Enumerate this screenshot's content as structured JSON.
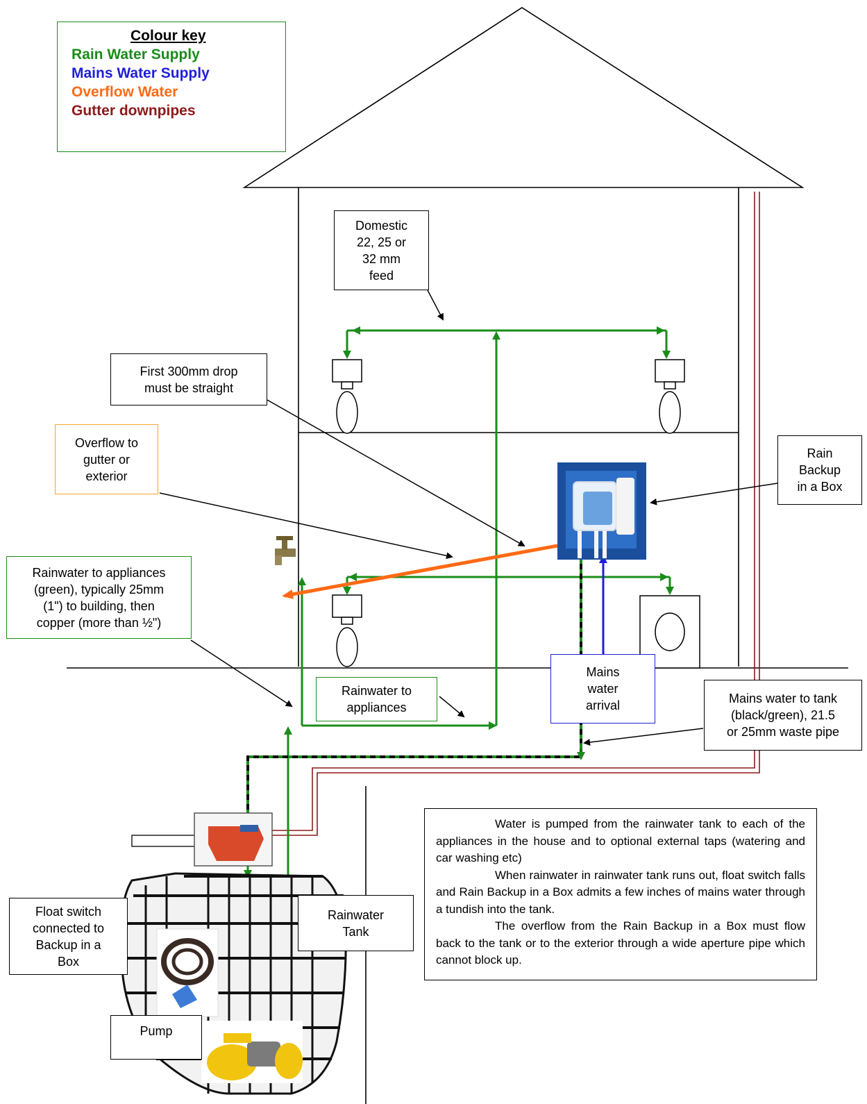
{
  "colour_key": {
    "title": "Colour key",
    "items": [
      {
        "label": "Rain Water Supply",
        "color": "#1a8c1a"
      },
      {
        "label": "Mains Water Supply",
        "color": "#1f1fd8"
      },
      {
        "label": "Overflow Water",
        "color": "#ff6a14"
      },
      {
        "label": "Gutter downpipes",
        "color": "#8b1a1a"
      }
    ]
  },
  "labels": {
    "domestic_feed": "Domestic\n22, 25 or\n32  mm\nfeed",
    "first_drop": "First 300mm drop\nmust be straight",
    "overflow": "Overflow to\ngutter or\nexterior",
    "rain_backup": "Rain\nBackup\nin a Box",
    "rainwater_appliances_big": "Rainwater to appliances\n(green), typically 25mm\n(1\") to building, then\ncopper (more than ½\")",
    "rainwater_appliances_small": "Rainwater to\nappliances",
    "mains_arrival": "Mains\nwater\narrival",
    "mains_to_tank": "Mains water to tank\n(black/green), 21.5\nor 25mm  waste pipe",
    "float_switch": "Float switch\nconnected to\nBackup in a\nBox",
    "rainwater_tank": "Rainwater\nTank",
    "pump": "Pump"
  },
  "description": [
    "Water is pumped from the rainwater tank to each of the appliances in the house and to optional external taps (watering and car washing etc)",
    "When rainwater in rainwater tank runs out, float switch falls and Rain Backup in a Box admits a few inches of mains water through a tundish into the tank.",
    "The overflow from the Rain Backup in a Box must flow back to the tank or to the exterior through a wide aperture pipe which cannot block up."
  ]
}
